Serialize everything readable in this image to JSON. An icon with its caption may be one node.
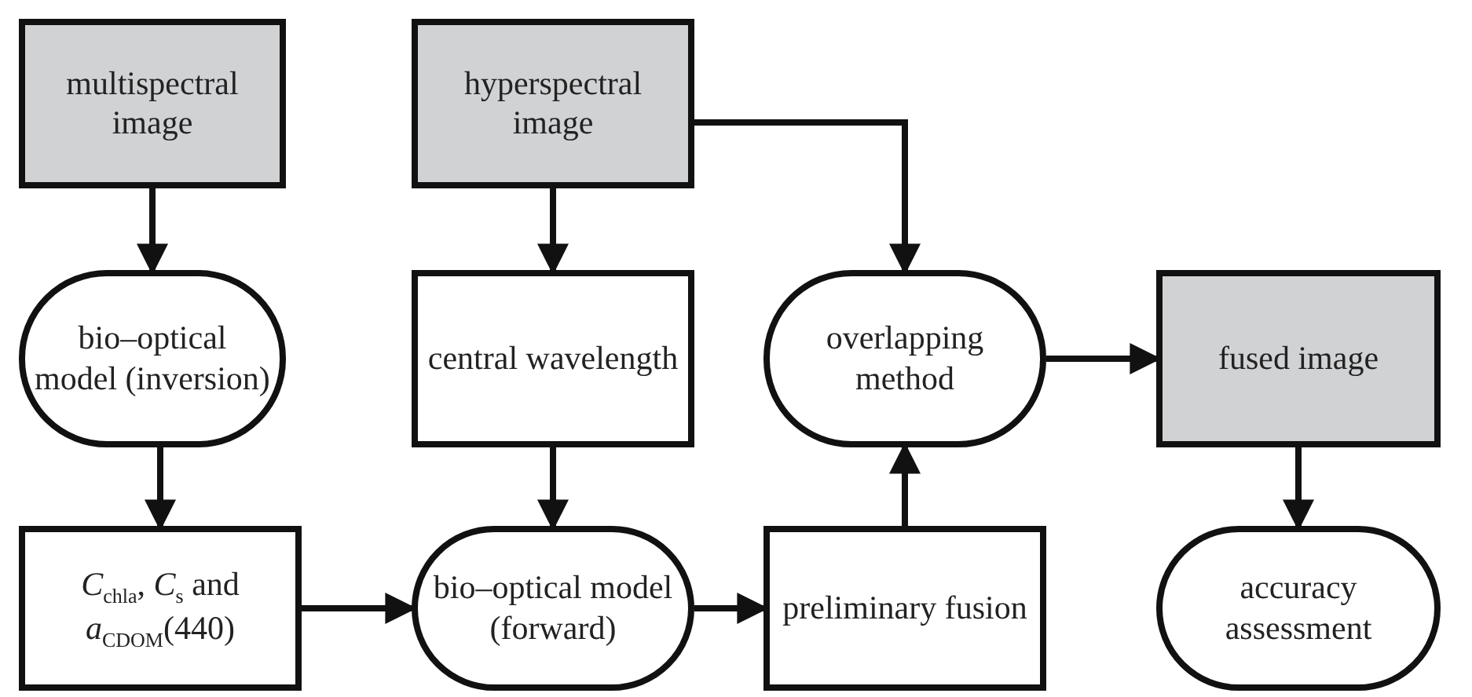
{
  "diagram": {
    "nodes": [
      {
        "text": [
          "multispectral image"
        ]
      },
      {
        "text": [
          "hyperspectral image"
        ]
      },
      {
        "text": [
          "bio–optical model (inversion)"
        ]
      },
      {
        "text": [
          "central wavelength"
        ]
      },
      {
        "text": [
          "overlapping method"
        ]
      },
      {
        "text": [
          "fused image"
        ]
      },
      {
        "text": [
          "*C*$_{chla}$, *C*$_{s}$ and *a*$_{CDOM}$(440)"
        ]
      },
      {
        "text": [
          "bio–optical model (forward)"
        ]
      },
      {
        "text": [
          "preliminary fusion"
        ]
      },
      {
        "text": [
          "accuracy assessment"
        ]
      }
    ],
    "edges": [
      {
        "from": 0,
        "to": 2,
        "arrow": "to"
      },
      {
        "from": 1,
        "to": 3,
        "arrow": "to"
      },
      {
        "from": 1,
        "to": 4,
        "arrow": "to"
      },
      {
        "from": 2,
        "to": 6,
        "arrow": "to"
      },
      {
        "from": 3,
        "to": 7,
        "arrow": "to"
      },
      {
        "from": 6,
        "to": 7,
        "arrow": "to"
      },
      {
        "from": 7,
        "to": 8,
        "arrow": "to"
      },
      {
        "from": 8,
        "to": 4,
        "arrow": "to"
      },
      {
        "from": 4,
        "to": 5,
        "arrow": "to"
      },
      {
        "from": 5,
        "to": 9,
        "arrow": "to"
      }
    ]
  }
}
